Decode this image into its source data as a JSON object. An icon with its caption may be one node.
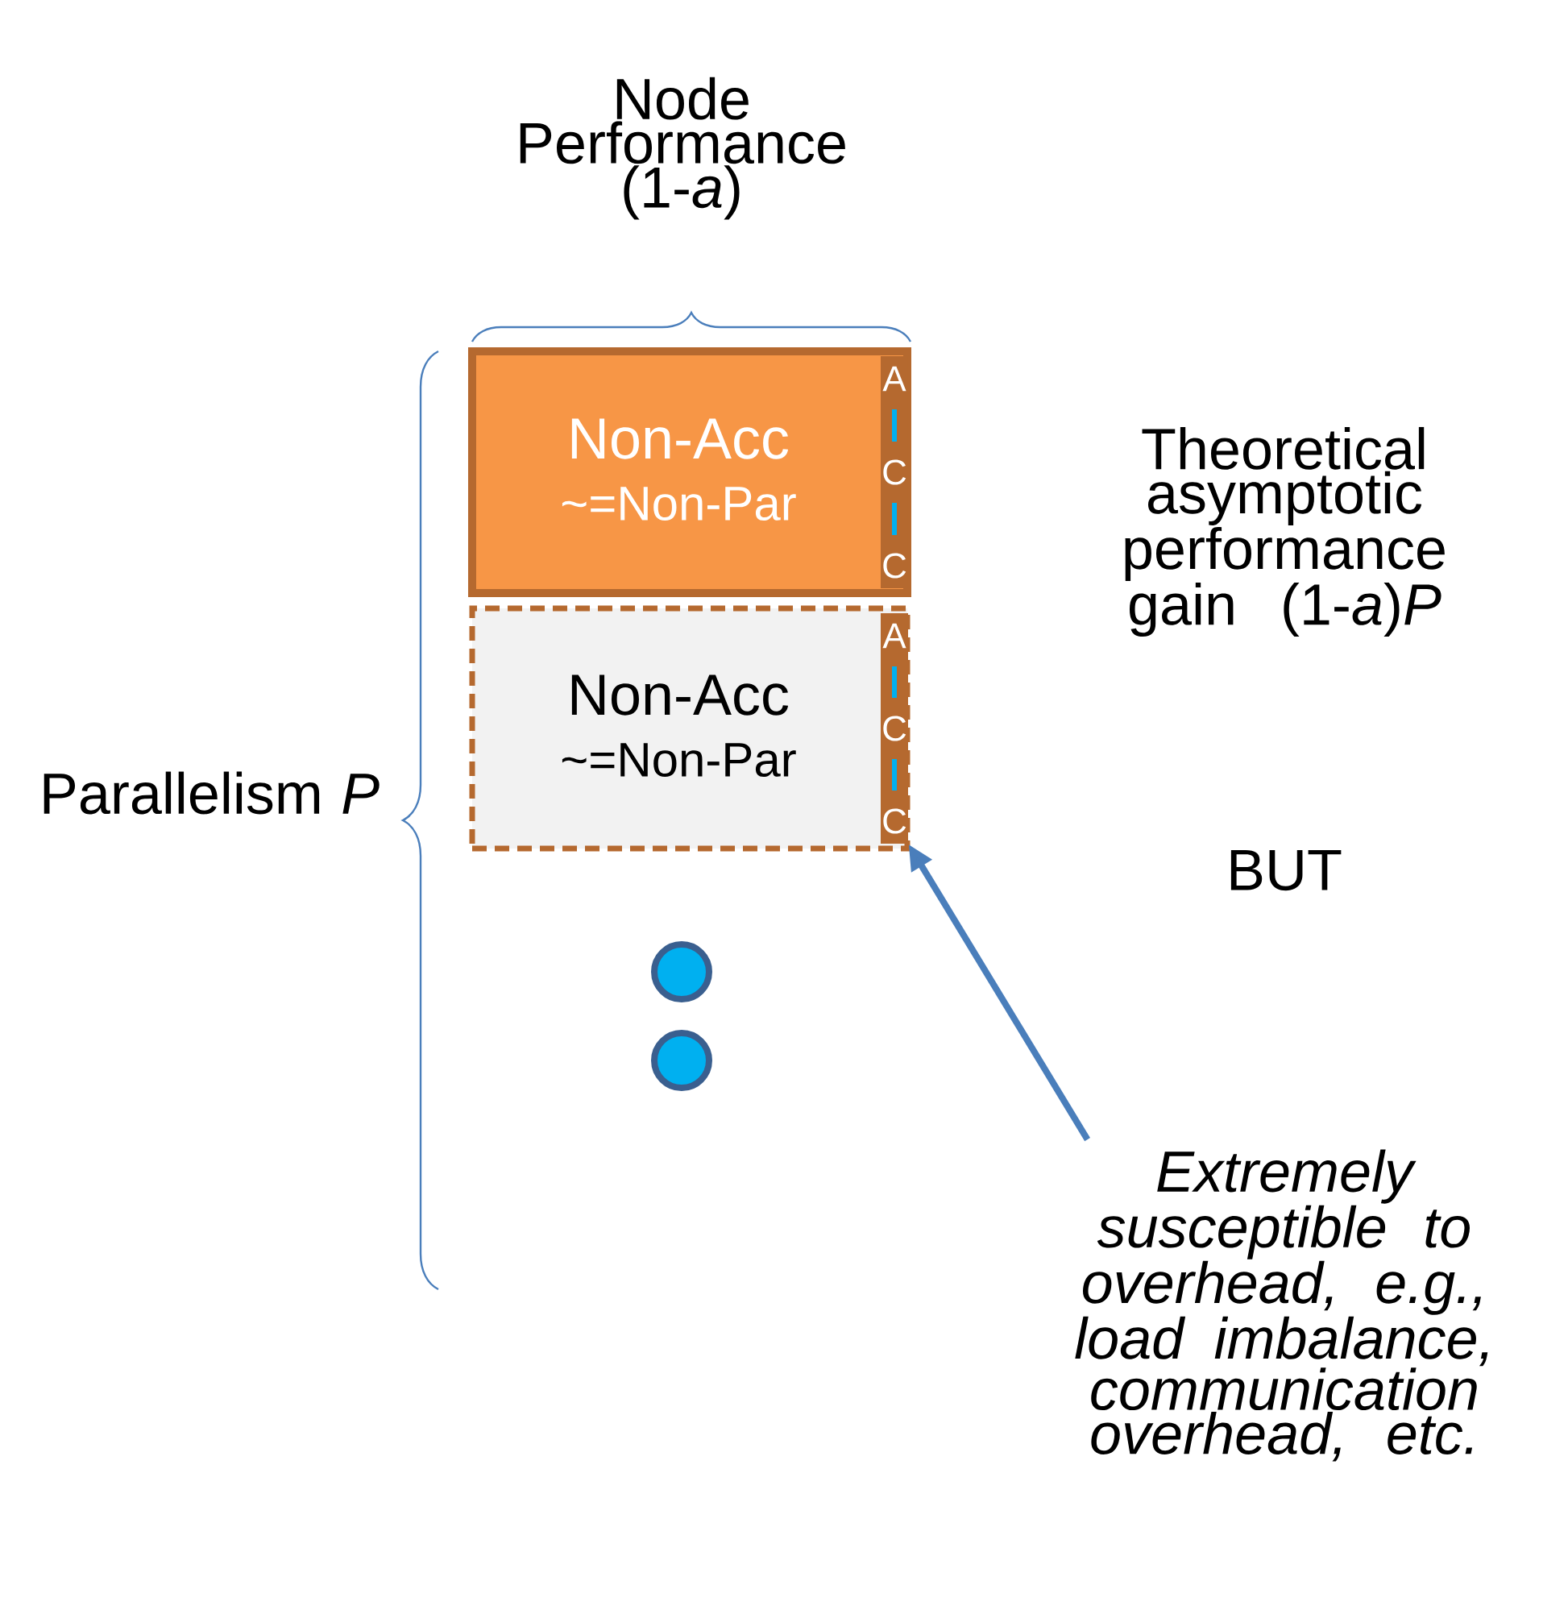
{
  "diagram": {
    "nodes": [
      {
        "text": [
          "Non-Acc",
          "~=Non-Par"
        ]
      },
      {
        "text": [
          "A",
          "C",
          "C"
        ],
        "in": 0
      },
      {
        "text": [
          "Non-Acc",
          "~=Non-Par"
        ]
      },
      {
        "text": [
          "A",
          "C",
          "C"
        ],
        "in": 2
      },
      {
        "text": [],
        "shape": "circle"
      },
      {
        "text": [],
        "shape": "circle"
      },
      {
        "text": [
          "Extremely susceptible to overhead, e.g., load imbalance, communication overhead, etc."
        ]
      }
    ],
    "edges": [
      {
        "from": 6,
        "to": 3,
        "arrow": "to"
      }
    ],
    "labels": [
      "Node Performance (1-*a*)",
      "Theoretical asymptotic performance gain (1-*a*)*P*",
      "Parallelism *P*",
      "BUT"
    ]
  }
}
